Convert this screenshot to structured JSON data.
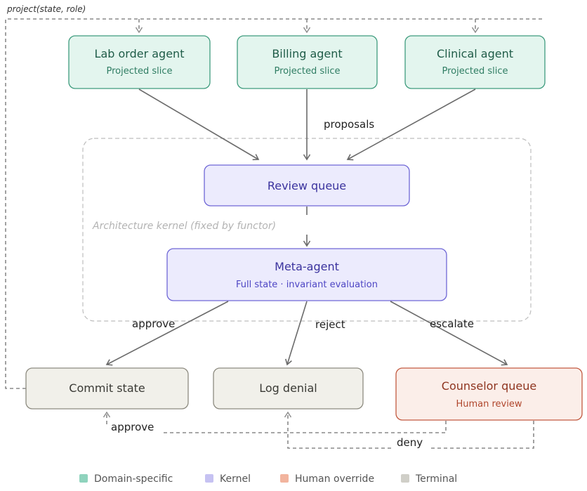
{
  "projection_label": "project(state, role)",
  "kernel_label": "Architecture kernel (fixed by functor)",
  "nodes": {
    "lab_order": {
      "title": "Lab order agent",
      "subtitle": "Projected slice"
    },
    "billing": {
      "title": "Billing agent",
      "subtitle": "Projected slice"
    },
    "clinical": {
      "title": "Clinical agent",
      "subtitle": "Projected slice"
    },
    "review_queue": {
      "title": "Review queue"
    },
    "meta_agent": {
      "title": "Meta-agent",
      "subtitle": "Full state · invariant evaluation"
    },
    "commit_state": {
      "title": "Commit state"
    },
    "log_denial": {
      "title": "Log denial"
    },
    "counselor_queue": {
      "title": "Counselor queue",
      "subtitle": "Human review"
    }
  },
  "edge_labels": {
    "proposals": "proposals",
    "approve": "approve",
    "reject": "reject",
    "escalate": "escalate",
    "human_approve": "approve",
    "deny": "deny"
  },
  "legend": [
    {
      "label": "Domain-specific",
      "color": "#8fd3bd"
    },
    {
      "label": "Kernel",
      "color": "#c6c2f2"
    },
    {
      "label": "Human override",
      "color": "#f2b49e"
    },
    {
      "label": "Terminal",
      "color": "#d0cfc8"
    }
  ],
  "colors": {
    "domain_fill": "#e3f5ee",
    "domain_stroke": "#3f9c7e",
    "domain_text": "#1f5c48",
    "domain_sub": "#2f7d63",
    "kernel_fill": "#ecebfd",
    "kernel_stroke": "#6f67d6",
    "kernel_text": "#3b339e",
    "kernel_sub": "#4e46c4",
    "terminal_fill": "#f1f0ea",
    "terminal_stroke": "#8d8b80",
    "terminal_text": "#3a3a35",
    "human_fill": "#fbeee9",
    "human_stroke": "#c25a41",
    "human_text": "#8f3520",
    "human_sub": "#b0462c"
  }
}
